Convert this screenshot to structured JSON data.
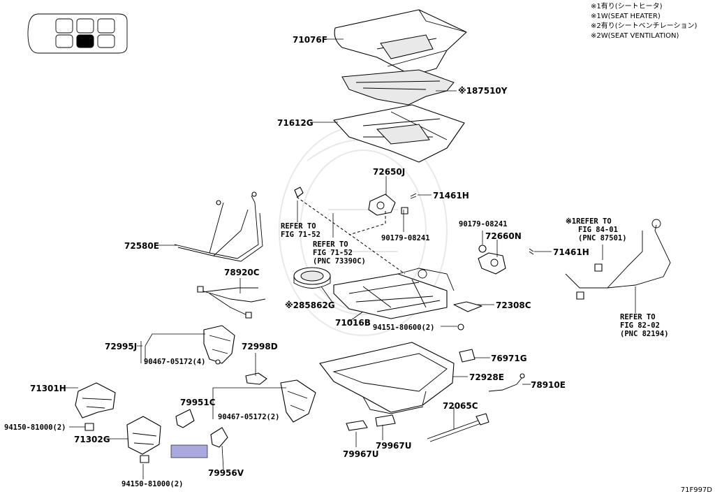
{
  "diagram_code": "71F997D",
  "legend": [
    "※1有り(シートヒータ)",
    "※1W(SEAT HEATER)",
    "※2有り(シートベンチレーション)",
    "※2W(SEAT VENTILATION)"
  ],
  "parts": {
    "p71076F": "71076F",
    "p87510Y": "※187510Y",
    "p71612G": "71612G",
    "p72650J": "72650J",
    "p71461H_a": "71461H",
    "p90179_a": "90179-08241",
    "p90179_b": "90179-08241",
    "p72660N": "72660N",
    "p71461H_b": "71461H",
    "p72580E": "72580E",
    "p78920C": "78920C",
    "p85862G": "※285862G",
    "p71016B": "71016B",
    "p72308C": "72308C",
    "p94151": "94151-80600(2)",
    "p72995J": "72995J",
    "p90467_a": "90467-05172(4)",
    "p72998D": "72998D",
    "p76971G": "76971G",
    "p72928E": "72928E",
    "p78910E": "78910E",
    "p71301H": "71301H",
    "p79951C": "79951C",
    "p90467_b": "90467-05172(2)",
    "p72065C": "72065C",
    "p94150_a": "94150-81000(2)",
    "p71302G": "71302G",
    "p79967U_a": "79967U",
    "p79967U_b": "79967U",
    "p79956V": "79956V",
    "p94150_b": "94150-81000(2)"
  },
  "refs": {
    "ref1": [
      "REFER TO",
      "FIG 71-52"
    ],
    "ref2": [
      "REFER TO",
      "FIG 71-52",
      "(PNC 73390C)"
    ],
    "ref3": [
      "※1REFER TO",
      "FIG 84-01",
      "(PNC 87501)"
    ],
    "ref4": [
      "REFER TO",
      "FIG 82-02",
      "(PNC 82194)"
    ]
  },
  "highlight_color": "#a9a9e0",
  "icons": [
    "vehicle-seat-locator-icon"
  ]
}
